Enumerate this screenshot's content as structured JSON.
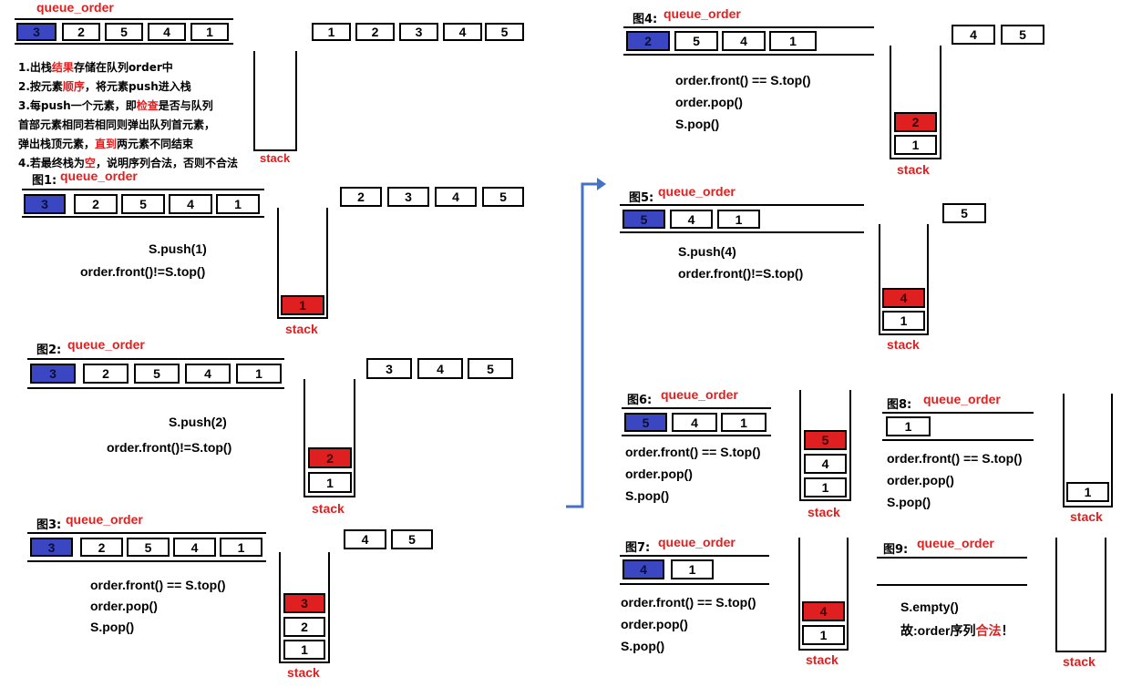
{
  "queue_title": "queue_order",
  "stack_label": "stack",
  "intro": {
    "queue": [
      "3",
      "2",
      "5",
      "4",
      "1"
    ],
    "input": [
      "1",
      "2",
      "3",
      "4",
      "5"
    ],
    "notes": [
      [
        "1.出栈",
        "结果",
        "存储在队列order中"
      ],
      [
        "2.按元素",
        "顺序",
        "，将元素push进入栈"
      ],
      [
        "3.每push一个元素，即",
        "检查",
        "是否与队列"
      ],
      [
        "首部元素相同若相同则弹出队列首元素，",
        "",
        ""
      ],
      [
        "弹出栈顶元素，",
        "直到",
        "两元素不同结束"
      ],
      [
        "4.若最终栈为",
        "空",
        "，说明序列合法，否则不合法"
      ]
    ]
  },
  "fig1": {
    "label": "图1:",
    "queue": [
      "3",
      "2",
      "5",
      "4",
      "1"
    ],
    "input": [
      "2",
      "3",
      "4",
      "5"
    ],
    "stack": [
      "1"
    ],
    "code": [
      "S.push(1)",
      "order.front()!=S.top()"
    ]
  },
  "fig2": {
    "label": "图2:",
    "queue": [
      "3",
      "2",
      "5",
      "4",
      "1"
    ],
    "input": [
      "3",
      "4",
      "5"
    ],
    "stack": [
      "2",
      "1"
    ],
    "code": [
      "S.push(2)",
      "order.front()!=S.top()"
    ]
  },
  "fig3": {
    "label": "图3:",
    "queue": [
      "3",
      "2",
      "5",
      "4",
      "1"
    ],
    "input": [
      "4",
      "5"
    ],
    "stack": [
      "3",
      "2",
      "1"
    ],
    "code": [
      "order.front() == S.top()",
      "order.pop()",
      "S.pop()"
    ]
  },
  "fig4": {
    "label": "图4:",
    "queue": [
      "2",
      "5",
      "4",
      "1"
    ],
    "input": [
      "4",
      "5"
    ],
    "stack": [
      "2",
      "1"
    ],
    "code": [
      "order.front() == S.top()",
      "order.pop()",
      "S.pop()"
    ]
  },
  "fig5": {
    "label": "图5:",
    "queue": [
      "5",
      "4",
      "1"
    ],
    "input": [
      "5"
    ],
    "stack": [
      "4",
      "1"
    ],
    "code": [
      "S.push(4)",
      "order.front()!=S.top()"
    ]
  },
  "fig6": {
    "label": "图6:",
    "queue": [
      "5",
      "4",
      "1"
    ],
    "stack": [
      "5",
      "4",
      "1"
    ],
    "code": [
      "order.front() == S.top()",
      "order.pop()",
      "S.pop()"
    ]
  },
  "fig7": {
    "label": "图7:",
    "queue": [
      "4",
      "1"
    ],
    "stack": [
      "4",
      "1"
    ],
    "code": [
      "order.front() == S.top()",
      "order.pop()",
      "S.pop()"
    ]
  },
  "fig8": {
    "label": "图8:",
    "queue": [
      "1"
    ],
    "stack": [
      "1"
    ],
    "code": [
      "order.front() == S.top()",
      "order.pop()",
      "S.pop()"
    ]
  },
  "fig9": {
    "label": "图9:",
    "code": [
      "S.empty()"
    ],
    "conclusion": [
      "故:order序列",
      "合法",
      "！"
    ]
  },
  "colors": {
    "red": "#e02020",
    "blue": "#3a46c2",
    "arrow": "#4472c4"
  }
}
